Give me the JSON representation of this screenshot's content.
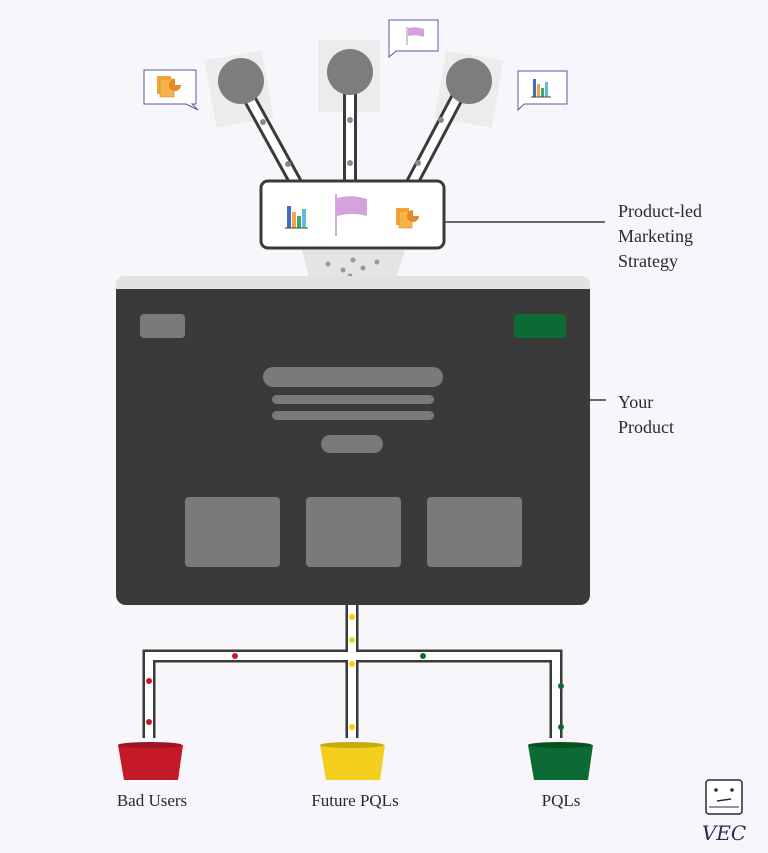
{
  "labels": {
    "strategy_line1": "Product-led",
    "strategy_line2": "Marketing",
    "strategy_line3": "Strategy",
    "product_line1": "Your",
    "product_line2": "Product"
  },
  "buckets": [
    {
      "label": "Bad Users",
      "color": "#c41a28"
    },
    {
      "label": "Future PQLs",
      "color": "#f1cf1c"
    },
    {
      "label": "PQLs",
      "color": "#0c6b34"
    }
  ],
  "logo": {
    "text": "VEC"
  },
  "colors": {
    "screen": "#3a3a3a",
    "screen_element": "#7a7a7a",
    "cta_button": "#0c6b34",
    "funnel_ball": "#7d7d7d",
    "flag": "#d4a2dc",
    "icon_frame": "#5b55a8"
  }
}
